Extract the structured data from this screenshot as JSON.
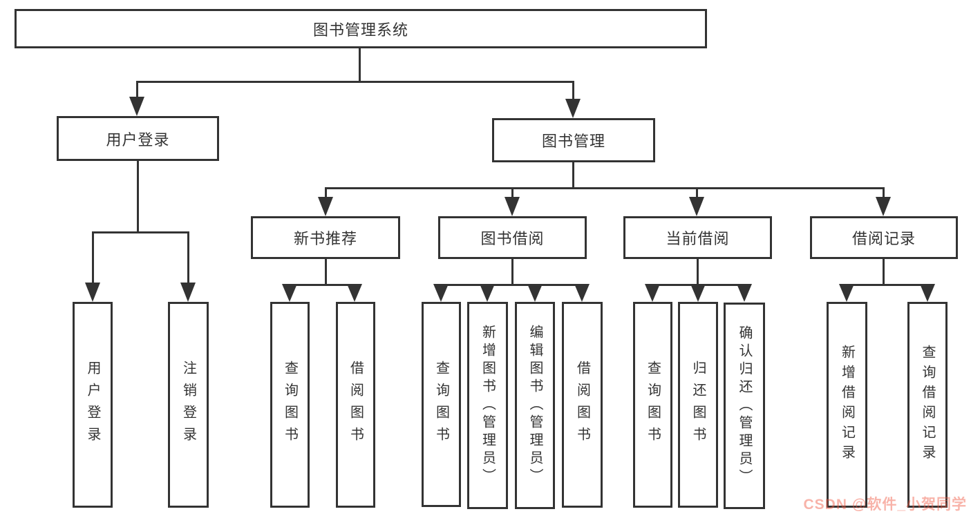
{
  "diagram": {
    "root": {
      "label": "图书管理系统"
    },
    "level2": {
      "user_login": {
        "label": "用户登录"
      },
      "book_mgmt": {
        "label": "图书管理"
      }
    },
    "level3": {
      "new_books": {
        "label": "新书推荐"
      },
      "book_borrow": {
        "label": "图书借阅"
      },
      "current_borrow": {
        "label": "当前借阅"
      },
      "borrow_records": {
        "label": "借阅记录"
      }
    },
    "leaves": {
      "user_login_leaf": {
        "label": "用户登录"
      },
      "logout": {
        "label": "注销登录"
      },
      "nb_query": {
        "label": "查询图书"
      },
      "nb_borrow": {
        "label": "借阅图书"
      },
      "bb_query": {
        "label": "查询图书"
      },
      "bb_add": {
        "label": "新增图书（管理员）"
      },
      "bb_edit": {
        "label": "编辑图书（管理员）"
      },
      "bb_borrow": {
        "label": "借阅图书"
      },
      "cb_query": {
        "label": "查询图书"
      },
      "cb_return": {
        "label": "归还图书"
      },
      "cb_confirm": {
        "label": "确认归还（管理员）"
      },
      "br_add": {
        "label": "新增借阅记录"
      },
      "br_query": {
        "label": "查询借阅记录"
      }
    }
  },
  "watermark": {
    "text": "CSDN @软件_小贺同学",
    "color": "#ef5640"
  },
  "colors": {
    "line": "#333333",
    "box_background": "#ffffff",
    "text": "#333333"
  }
}
